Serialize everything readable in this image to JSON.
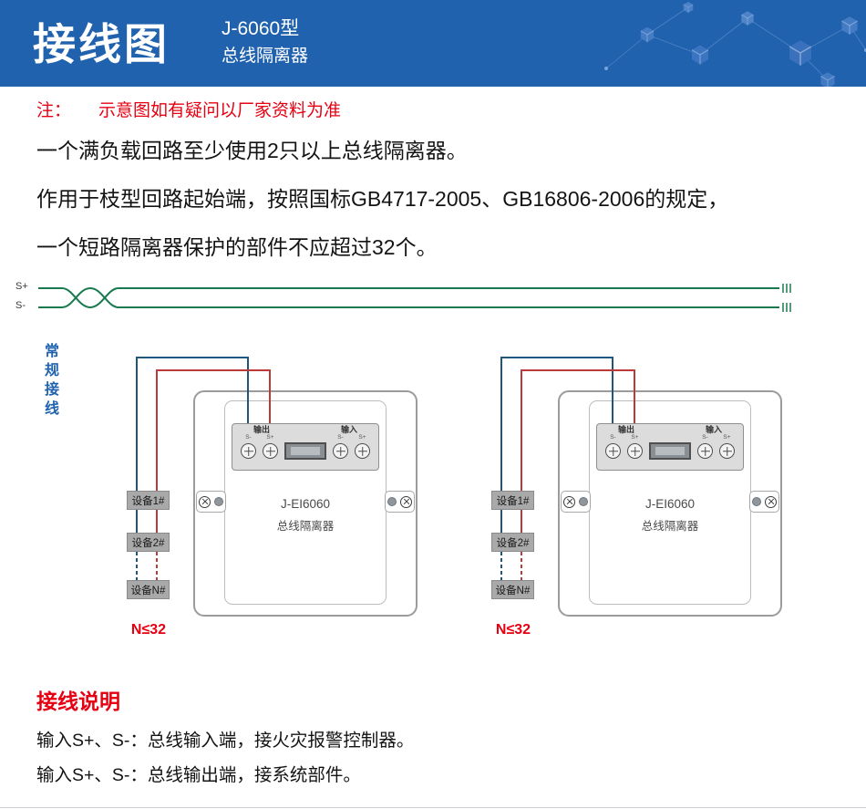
{
  "header": {
    "title": "接线图",
    "model": "J-6060型",
    "subtitle": "总线隔离器"
  },
  "note": {
    "label": "注：",
    "text": "示意图如有疑问以厂家资料为准"
  },
  "intro": [
    "一个满负载回路至少使用2只以上总线隔离器。",
    "作用于枝型回路起始端，按照国标GB4717-2005、GB16806-2006的规定，",
    "一个短路隔离器保护的部件不应超过32个。"
  ],
  "bus": {
    "s_plus": "S+",
    "s_minus": "S-"
  },
  "section_label": "常规接线",
  "device": {
    "out_label": "输出",
    "in_label": "输入",
    "model": "J-EI6060",
    "name": "总线隔离器",
    "pol": [
      "S-",
      "S+",
      "S-",
      "S+"
    ]
  },
  "chain": {
    "items": [
      "设备1#",
      "设备2#",
      "设备N#"
    ],
    "limit": "N≤32"
  },
  "colors": {
    "header_blue": "#2062ae",
    "accent_red": "#e60012",
    "bus_green": "#1a7a4f",
    "wire_blue": "#1f567c",
    "wire_red": "#bb3a3a"
  },
  "footer": {
    "title": "接线说明",
    "lines": [
      "输入S+、S-：总线输入端，接火灾报警控制器。",
      "输入S+、S-：总线输出端，接系统部件。"
    ]
  }
}
